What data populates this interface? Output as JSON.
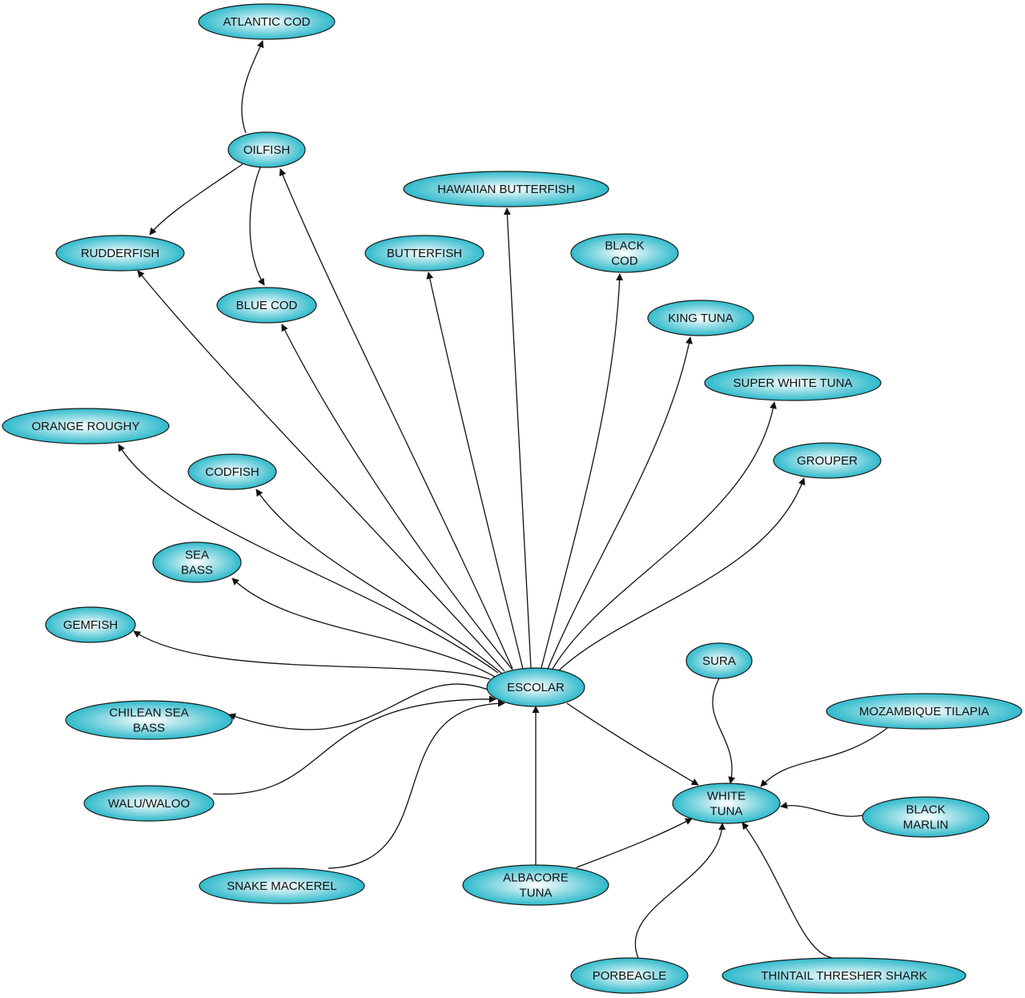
{
  "colors": {
    "node_edge": "#1ab3c6",
    "node_center": "#ffffff",
    "stroke": "#111111"
  },
  "nodes": [
    {
      "id": "atlantic_cod",
      "lines": [
        "ATLANTIC COD"
      ]
    },
    {
      "id": "oilfish",
      "lines": [
        "OILFISH"
      ]
    },
    {
      "id": "hawaiian_butterfish",
      "lines": [
        "HAWAIIAN BUTTERFISH"
      ]
    },
    {
      "id": "rudderfish",
      "lines": [
        "RUDDERFISH"
      ]
    },
    {
      "id": "butterfish",
      "lines": [
        "BUTTERFISH"
      ]
    },
    {
      "id": "black_cod",
      "lines": [
        "BLACK",
        "COD"
      ]
    },
    {
      "id": "blue_cod",
      "lines": [
        "BLUE COD"
      ]
    },
    {
      "id": "king_tuna",
      "lines": [
        "KING TUNA"
      ]
    },
    {
      "id": "super_white_tuna",
      "lines": [
        "SUPER WHITE TUNA"
      ]
    },
    {
      "id": "orange_roughy",
      "lines": [
        "ORANGE ROUGHY"
      ]
    },
    {
      "id": "codfish",
      "lines": [
        "CODFISH"
      ]
    },
    {
      "id": "grouper",
      "lines": [
        "GROUPER"
      ]
    },
    {
      "id": "sea_bass",
      "lines": [
        "SEA",
        "BASS"
      ]
    },
    {
      "id": "gemfish",
      "lines": [
        "GEMFISH"
      ]
    },
    {
      "id": "sura",
      "lines": [
        "SURA"
      ]
    },
    {
      "id": "escolar",
      "lines": [
        "ESCOLAR"
      ]
    },
    {
      "id": "mozambique_tilapia",
      "lines": [
        "MOZAMBIQUE TILAPIA"
      ]
    },
    {
      "id": "chilean_sea_bass",
      "lines": [
        "CHILEAN SEA",
        "BASS"
      ]
    },
    {
      "id": "white_tuna",
      "lines": [
        "WHITE",
        "TUNA"
      ]
    },
    {
      "id": "walu_waloo",
      "lines": [
        "WALU/WALOO"
      ]
    },
    {
      "id": "black_marlin",
      "lines": [
        "BLACK",
        "MARLIN"
      ]
    },
    {
      "id": "snake_mackerel",
      "lines": [
        "SNAKE MACKEREL"
      ]
    },
    {
      "id": "albacore_tuna",
      "lines": [
        "ALBACORE",
        "TUNA"
      ]
    },
    {
      "id": "porbeagle",
      "lines": [
        "PORBEAGLE"
      ]
    },
    {
      "id": "thintail_thresher_shark",
      "lines": [
        "THINTAIL THRESHER SHARK"
      ]
    }
  ],
  "edges": [
    {
      "from": "oilfish",
      "to": "atlantic_cod"
    },
    {
      "from": "oilfish",
      "to": "rudderfish"
    },
    {
      "from": "oilfish",
      "to": "blue_cod"
    },
    {
      "from": "escolar",
      "to": "oilfish"
    },
    {
      "from": "escolar",
      "to": "hawaiian_butterfish"
    },
    {
      "from": "escolar",
      "to": "rudderfish"
    },
    {
      "from": "escolar",
      "to": "butterfish"
    },
    {
      "from": "escolar",
      "to": "black_cod"
    },
    {
      "from": "escolar",
      "to": "blue_cod"
    },
    {
      "from": "escolar",
      "to": "king_tuna"
    },
    {
      "from": "escolar",
      "to": "super_white_tuna"
    },
    {
      "from": "escolar",
      "to": "orange_roughy"
    },
    {
      "from": "escolar",
      "to": "codfish"
    },
    {
      "from": "escolar",
      "to": "grouper"
    },
    {
      "from": "escolar",
      "to": "sea_bass"
    },
    {
      "from": "escolar",
      "to": "gemfish"
    },
    {
      "from": "escolar",
      "to": "chilean_sea_bass"
    },
    {
      "from": "escolar",
      "to": "white_tuna"
    },
    {
      "from": "walu_waloo",
      "to": "escolar"
    },
    {
      "from": "snake_mackerel",
      "to": "escolar"
    },
    {
      "from": "albacore_tuna",
      "to": "escolar"
    },
    {
      "from": "albacore_tuna",
      "to": "white_tuna"
    },
    {
      "from": "sura",
      "to": "white_tuna"
    },
    {
      "from": "mozambique_tilapia",
      "to": "white_tuna"
    },
    {
      "from": "black_marlin",
      "to": "white_tuna"
    },
    {
      "from": "porbeagle",
      "to": "white_tuna"
    },
    {
      "from": "thintail_thresher_shark",
      "to": "white_tuna"
    }
  ]
}
